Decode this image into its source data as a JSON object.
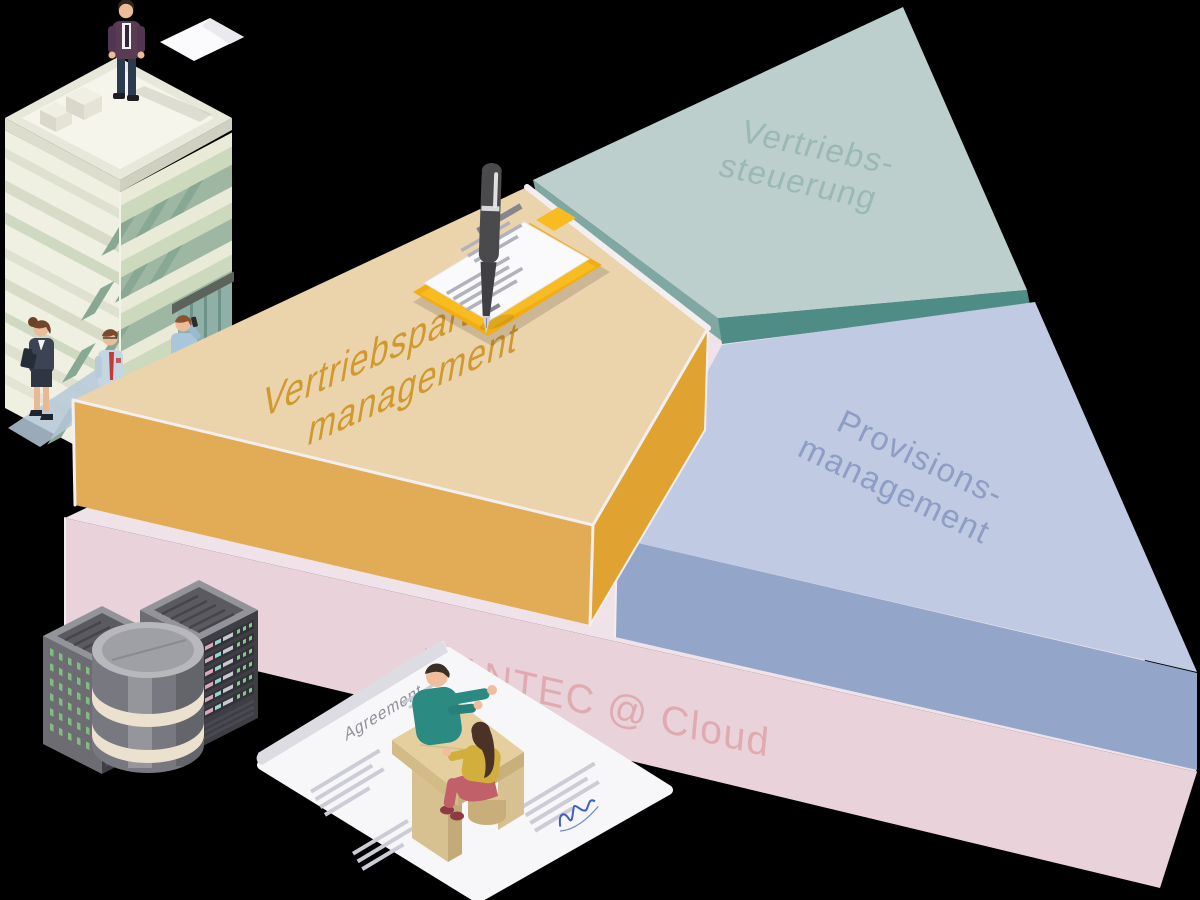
{
  "scene": {
    "background_color": "#000000",
    "seam_color": "#f3eef0",
    "platform": {
      "label": "FiANTEC @ Cloud",
      "top_color": "#efe2e9",
      "front_color": "#e9d2d9",
      "label_color": "#dfabb1"
    },
    "segments": {
      "partner": {
        "line1": "Vertriebspartner-",
        "line2": "management",
        "top_color": "#ebd3ac",
        "front_color": "#e2ab55",
        "side_color": "#e0a231",
        "label_color": "#cf992c"
      },
      "steuerung": {
        "line1": "Vertriebs-",
        "line2": "steuerung",
        "top_color": "#bccfcc",
        "front_color": "#4e8c85",
        "side_color": "#7fa8a2",
        "label_color": "#9bb9b4"
      },
      "provisions": {
        "line1": "Provisions-",
        "line2": "management",
        "top_color": "#c1cae3",
        "front_color": "#93a6c9",
        "label_color": "#8e9dc4"
      }
    },
    "agreement": {
      "title": "Agreement"
    }
  }
}
